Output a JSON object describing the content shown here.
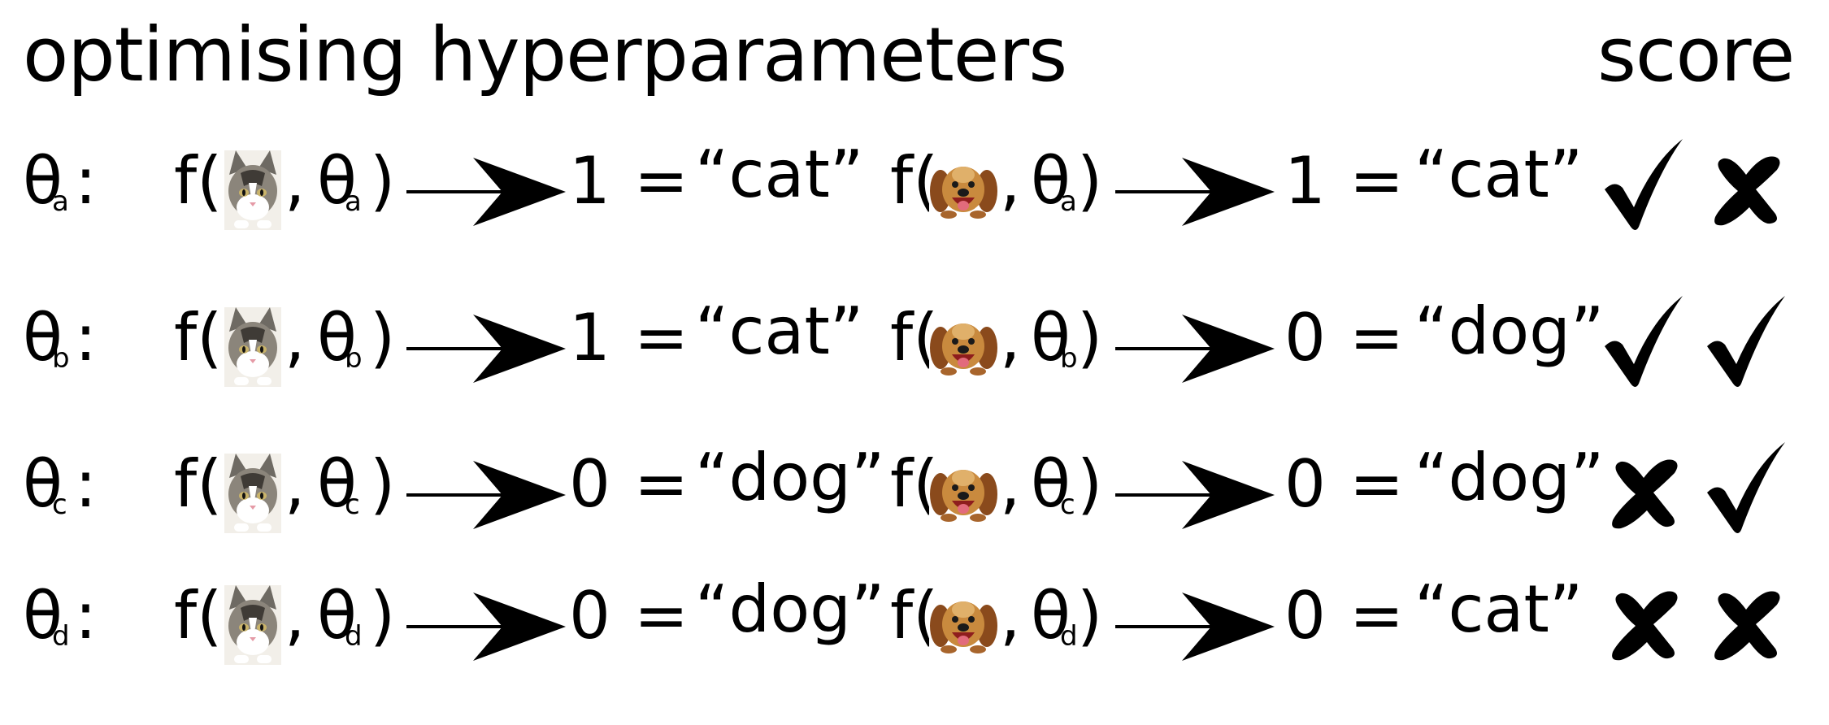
{
  "title": "optimising hyperparameters",
  "score_header": "score",
  "symbols": {
    "f": "f(",
    "comma": ",",
    "theta": "θ",
    "close": ")",
    "colon": ":",
    "equals": "="
  },
  "rows": [
    {
      "theta_sub": "a",
      "cat": {
        "result": "1",
        "label": "“cat”",
        "correct": true
      },
      "dog": {
        "result": "1",
        "label": "“cat”",
        "correct": false
      }
    },
    {
      "theta_sub": "b",
      "cat": {
        "result": "1",
        "label": "“cat”",
        "correct": true
      },
      "dog": {
        "result": "0",
        "label": "“dog”",
        "correct": true
      }
    },
    {
      "theta_sub": "c",
      "cat": {
        "result": "0",
        "label": "“dog”",
        "correct": false
      },
      "dog": {
        "result": "0",
        "label": "“dog”",
        "correct": true
      }
    },
    {
      "theta_sub": "d",
      "cat": {
        "result": "0",
        "label": "“dog”",
        "correct": false
      },
      "dog": {
        "result": "0",
        "label": "“cat”",
        "correct": false
      }
    }
  ],
  "icons": {
    "input_1": "cat-image-icon",
    "input_2": "dog-image-icon",
    "correct": "check-mark-icon",
    "incorrect": "cross-mark-icon",
    "arrow": "right-arrow-icon"
  }
}
